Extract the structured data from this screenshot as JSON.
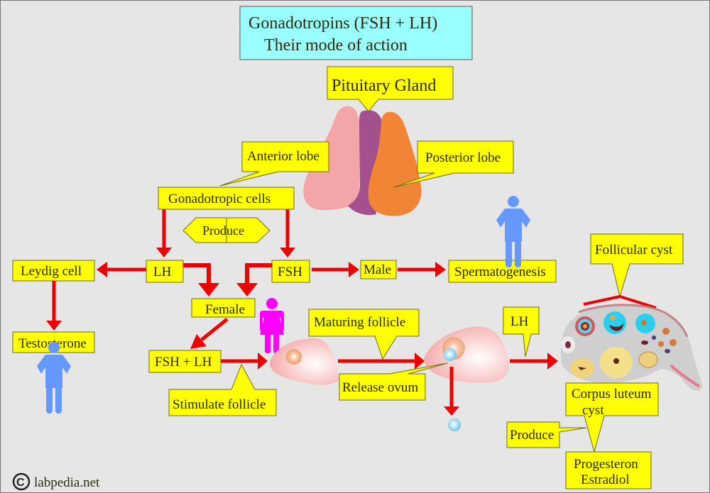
{
  "title": {
    "line1": "Gonadotropins (FSH + LH)",
    "line2": "Their mode of action"
  },
  "labels": {
    "pituitary_gland": "Pituitary Gland",
    "anterior_lobe": "Anterior lobe",
    "posterior_lobe": "Posterior lobe",
    "gonadotropic_cells": "Gonadotropic cells",
    "produce_top": "Produce",
    "lh": "LH",
    "fsh": "FSH",
    "leydig_cell": "Leydig cell",
    "testosterone": "Testosterone",
    "female": "Female",
    "male": "Male",
    "spermatogenesis": "Spermatogenesis",
    "fsh_lh": "FSH + LH",
    "stimulate_follicle": "Stimulate follicle",
    "maturing_follicle": "Maturing follicle",
    "release_ovum": "Release ovum",
    "lh_ovulation": "LH",
    "follicular_cyst": "Follicular cyst",
    "corpus_luteum_line1": "Corpus luteum",
    "corpus_luteum_line2": "cyst",
    "produce_bottom": "Produce",
    "progesteron": "Progesteron",
    "estradiol": "Estradiol"
  },
  "footer": {
    "copyright_symbol": "©",
    "site": "labpedia.net"
  },
  "icons": {
    "male_figure": "male-person-icon",
    "female_figure": "female-person-icon"
  },
  "colors": {
    "box_fill": "#ffff00",
    "title_fill": "#99ffff",
    "arrow": "#ee0000",
    "male_figure": "#6699ff",
    "female_figure": "#ff00ff",
    "anterior_lobe": "#f4a5a8",
    "intermediate_lobe": "#a5508e",
    "posterior_lobe": "#f08536"
  }
}
